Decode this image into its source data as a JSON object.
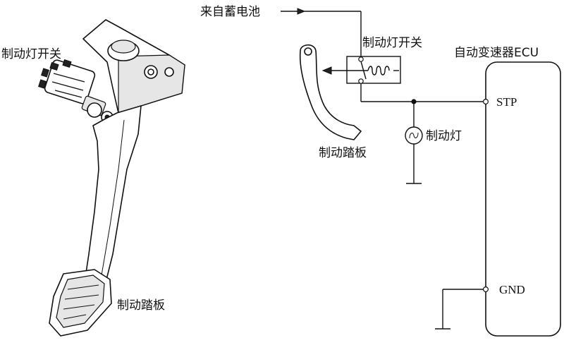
{
  "labels": {
    "left_switch": "制动灯开关",
    "left_pedal": "制动踏板",
    "battery": "来自蓄电池",
    "circuit_switch": "制动灯开关",
    "ecu": "自动变速器ECU",
    "circuit_pedal": "制动踏板",
    "lamp": "制动灯",
    "stp": "STP",
    "gnd": "GND"
  }
}
